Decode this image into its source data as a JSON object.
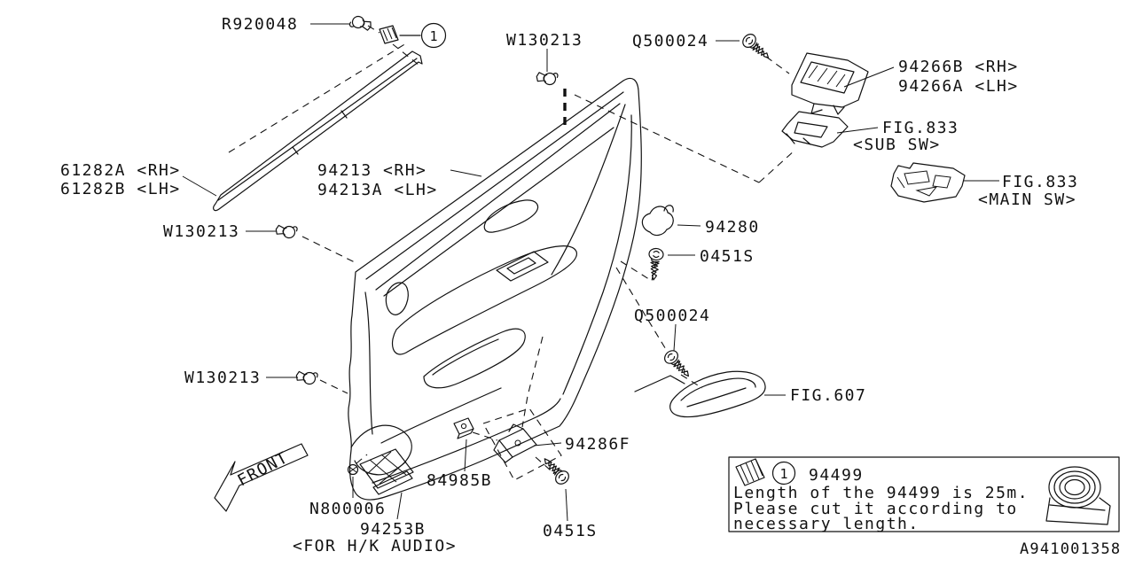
{
  "callout": {
    "number": "1"
  },
  "labels": {
    "r920048": "R920048",
    "w130213_top": "W130213",
    "q500024_top": "Q500024",
    "p94266b": "94266B <RH>",
    "p94266a": "94266A <LH>",
    "fig833_sub_title": "FIG.833",
    "fig833_sub_sub": "<SUB SW>",
    "fig833_main_title": "FIG.833",
    "fig833_main_sub": "<MAIN SW>",
    "p61282a": "61282A <RH>",
    "p61282b": "61282B <LH>",
    "p94213": "94213  <RH>",
    "p94213a": "94213A <LH>",
    "w130213_mid": "W130213",
    "p94280": "94280",
    "s0451_upper": "0451S",
    "q500024_lower": "Q500024",
    "fig607": "FIG.607",
    "w130213_low": "W130213",
    "p94286f": "94286F",
    "p84985b": "84985B",
    "n800006": "N800006",
    "p94253b": "94253B",
    "p94253b_note": "<FOR H/K AUDIO>",
    "s0451_lower": "0451S",
    "front": "FRONT"
  },
  "note_box": {
    "callout": "1",
    "part_number": "94499",
    "line1": "Length of the 94499 is 25m.",
    "line2": "Please cut it according to",
    "line3": "necessary length."
  },
  "footer": {
    "diagram_id": "A941001358"
  }
}
